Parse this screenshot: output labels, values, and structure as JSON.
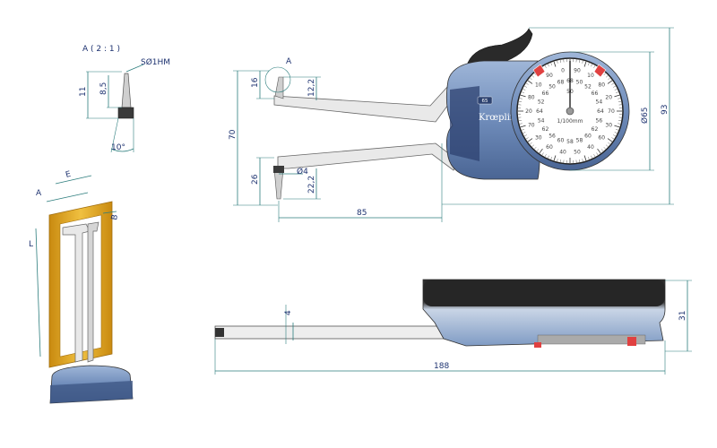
{
  "detail_view": {
    "title": "A ( 2 : 1 )",
    "tip_label": "SØ1HM",
    "dim_11": "11",
    "dim_8_5": "8,5",
    "dim_angle": "10°"
  },
  "section_view": {
    "label_e": "E",
    "label_a": "A",
    "label_b": "B",
    "label_l": "L",
    "colors": {
      "insert": "#e8b020",
      "insert_edge": "#b57f10"
    }
  },
  "front_view": {
    "detail_marker": "A",
    "dim_16": "16",
    "dim_12_2": "12,2",
    "dim_70": "70",
    "dim_26": "26",
    "dim_phi4": "Ø4",
    "dim_22_2": "22,2",
    "dim_85": "85",
    "dim_phi65": "Ø65",
    "dim_93": "93",
    "brand": "Krœplin",
    "badge": "65",
    "dial": {
      "outer_numbers": [
        "90",
        "10",
        "80",
        "20",
        "70",
        "30",
        "60",
        "40",
        "50",
        "40",
        "60",
        "30",
        "70",
        "20",
        "80",
        "10",
        "90",
        "0"
      ],
      "inner_numbers": [
        "68",
        "50",
        "52",
        "66",
        "54",
        "64",
        "56",
        "62",
        "60",
        "58",
        "58",
        "60",
        "56",
        "62",
        "54",
        "64",
        "52",
        "66",
        "50",
        "68"
      ],
      "unit": "1/100mm",
      "center_number": "50"
    },
    "colors": {
      "body": "#7f9bc4",
      "body_dark": "#2d4270",
      "arm": "#e6e6e6",
      "marker_red": "#e04040"
    }
  },
  "side_view": {
    "dim_4": "4",
    "dim_31": "31",
    "dim_188": "188"
  }
}
